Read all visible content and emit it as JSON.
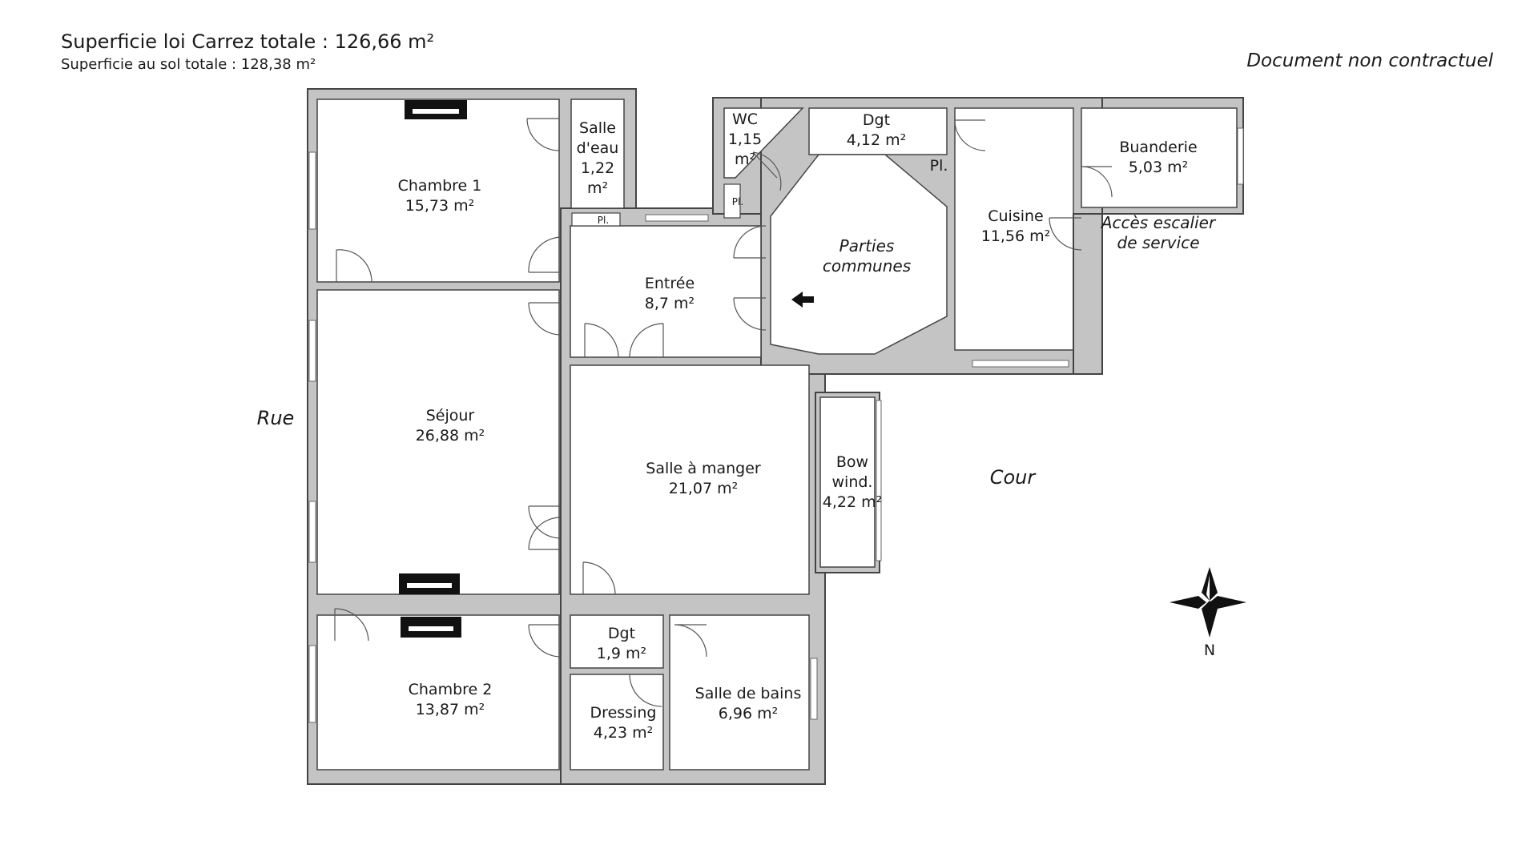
{
  "header": {
    "surface_carrez": "Superficie loi Carrez totale :  126,66 m²",
    "surface_sol": "Superficie au sol totale :  128,38 m²",
    "disclaimer": "Document non contractuel"
  },
  "rooms": {
    "chambre1": {
      "name": "Chambre 1",
      "area": "15,73 m²"
    },
    "salle_eau": {
      "line1": "Salle",
      "line2": "d'eau",
      "line3": "1,22",
      "line4": "m²"
    },
    "wc": {
      "line1": "WC",
      "line2": "1,15",
      "line3": "m²"
    },
    "dgt_top": {
      "name": "Dgt",
      "area": "4,12 m²"
    },
    "buanderie": {
      "name": "Buanderie",
      "area": "5,03 m²"
    },
    "cuisine": {
      "name": "Cuisine",
      "area": "11,56 m²"
    },
    "entree": {
      "name": "Entrée",
      "area": "8,7 m²"
    },
    "parties_communes": {
      "line1": "Parties",
      "line2": "communes"
    },
    "sejour": {
      "name": "Séjour",
      "area": "26,88 m²"
    },
    "salle_manger": {
      "name": "Salle à manger",
      "area": "21,07 m²"
    },
    "bow_window": {
      "line1": "Bow",
      "line2": "wind.",
      "line3": "4,22 m²"
    },
    "chambre2": {
      "name": "Chambre 2",
      "area": "13,87 m²"
    },
    "dgt_bottom": {
      "name": "Dgt",
      "area": "1,9 m²"
    },
    "dressing": {
      "name": "Dressing",
      "area": "4,23 m²"
    },
    "salle_bains": {
      "name": "Salle de bains",
      "area": "6,96 m²"
    }
  },
  "placards": {
    "pl1": "Pl.",
    "pl2": "Pl.",
    "pl3": "Pl."
  },
  "annotations": {
    "acces_line1": "Accès escalier",
    "acces_line2": "de service",
    "rue": "Rue",
    "cour": "Cour",
    "north": "N"
  },
  "colors": {
    "wall": "#c4c4c4",
    "outline": "#444444",
    "text": "#1a1a1a",
    "radiator": "#111111"
  }
}
